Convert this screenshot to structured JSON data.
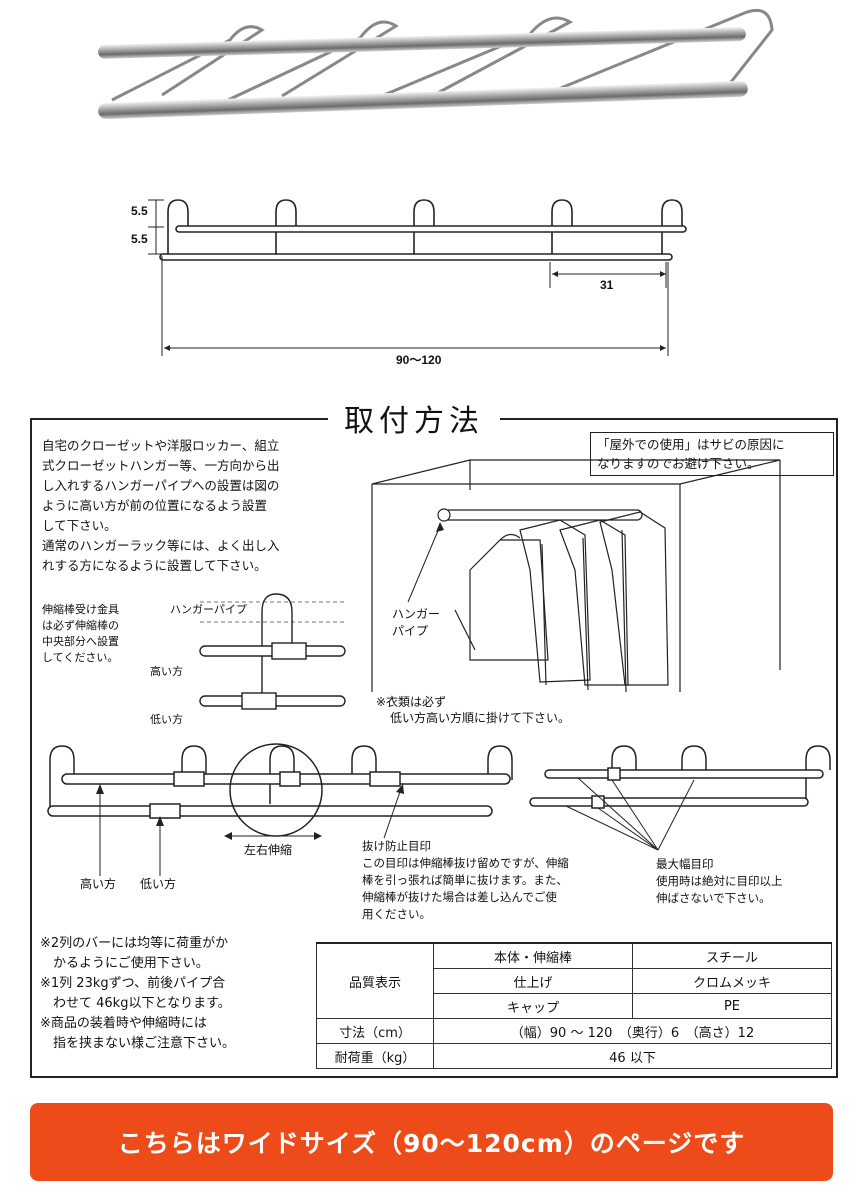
{
  "dimensions": {
    "height_top": "5.5",
    "height_bottom": "5.5",
    "hook_spacing": "31",
    "width_range": "90〜120"
  },
  "install": {
    "title": "取付方法",
    "intro_lines": [
      "自宅のクローゼットや洋服ロッカー、組立",
      "式クローゼットハンガー等、一方向から出",
      "し入れするハンガーパイプへの設置は図の",
      "ように高い方が前の位置になるよう設置",
      "して下さい。",
      "通常のハンガーラック等には、よく出し入",
      "れする方になるように設置して下さい。"
    ],
    "outdoor_note_lines": [
      "「屋外での使用」はサビの原因に",
      "なりますのでお避け下さい。"
    ],
    "bracket_note_lines": [
      "伸縮棒受け金具",
      "は必ず伸縮棒の",
      "中央部分へ設置",
      "してください。"
    ],
    "hanger_pipe_label": "ハンガーパイプ",
    "high_label": "高い方",
    "low_label": "低い方",
    "closet_pipe_label_lines": [
      "ハンガー",
      "パイプ"
    ],
    "clothes_note_lines": [
      "※衣類は必ず",
      "低い方高い方順に掛けて下さい。"
    ],
    "extend_label": "左右伸縮",
    "bottom_high_label": "高い方",
    "bottom_low_label": "低い方",
    "pullout_title": "抜け防止目印",
    "pullout_lines": [
      "この目印は伸縮棒抜け留めですが、伸縮",
      "棒を引っ張れば簡単に抜けます。また、",
      "伸縮棒が抜けた場合は差し込んでご使",
      "用ください。"
    ],
    "maxwidth_title": "最大幅目印",
    "maxwidth_lines": [
      "使用時は絶対に目印以上",
      "伸ばさないで下さい。"
    ],
    "notes_lines": [
      "※2列のバーには均等に荷重がか",
      "　かるようにご使用下さい。",
      "※1列 23kgずつ、前後パイプ合",
      "　わせて 46kg以下となります。",
      "※商品の装着時や伸縮時には",
      "　指を挟まない様ご注意下さい。"
    ]
  },
  "spec": {
    "quality_label": "品質表示",
    "rows": [
      {
        "part": "本体・伸縮棒",
        "value": "スチール"
      },
      {
        "part": "仕上げ",
        "value": "クロムメッキ"
      },
      {
        "part": "キャップ",
        "value": "PE"
      }
    ],
    "size_label": "寸法（cm）",
    "size_value": "（幅）90 〜 120　（奥行）6　（高さ）12",
    "load_label": "耐荷重（kg）",
    "load_value": "46 以下"
  },
  "banner": {
    "text": "こちらはワイドサイズ（90〜120cm）のページです",
    "color": "#ee4b1a"
  }
}
